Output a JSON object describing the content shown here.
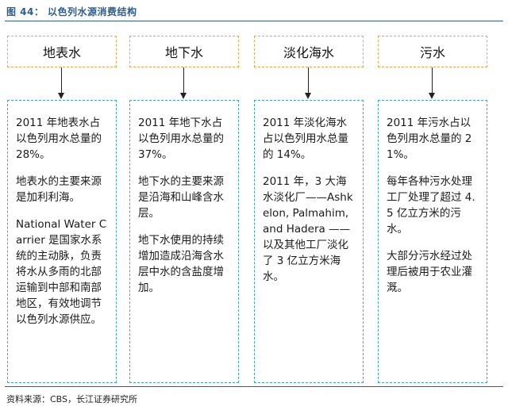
{
  "figure_title": "图 44： 以色列水源消费结构",
  "columns": [
    {
      "header": "地表水",
      "paragraphs": [
        "2011 年地表水占以色列用水总量的 28%。",
        "地表水的主要来源是加利利海。",
        "National Water Carrier 是国家水系统的主动脉，负责将水从多雨的北部运输到中部和南部地区，有效地调节以色列水源供应。"
      ]
    },
    {
      "header": "地下水",
      "paragraphs": [
        "2011 年地下水占以色列用水总量的 37%。",
        "地下水的主要来源是沿海和山峰含水层。",
        "地下水使用的持续增加造成沿海含水层中水的含盐度增加。"
      ]
    },
    {
      "header": "淡化海水",
      "paragraphs": [
        "2011 年淡化海水占以色列用水总量的 14%。",
        "2011 年，3 大海水淡化厂——Ashkelon, Palmahim, and Hadera ——以及其他工厂淡化了 3 亿立方米海水。"
      ]
    },
    {
      "header": "污水",
      "paragraphs": [
        "2011 年污水占以色列用水总量的 21%。",
        "每年各种污水处理工厂处理了超过 4.5 亿立方米的污水。",
        "大部分污水经过处理后被用于农业灌溉。"
      ]
    }
  ],
  "source": "资料来源：CBS，长江证券研究所",
  "colors": {
    "title": "#2e5d8f",
    "header_border": "#f0a24a",
    "content_border": "#3aa6c9",
    "arrow": "#222222"
  }
}
